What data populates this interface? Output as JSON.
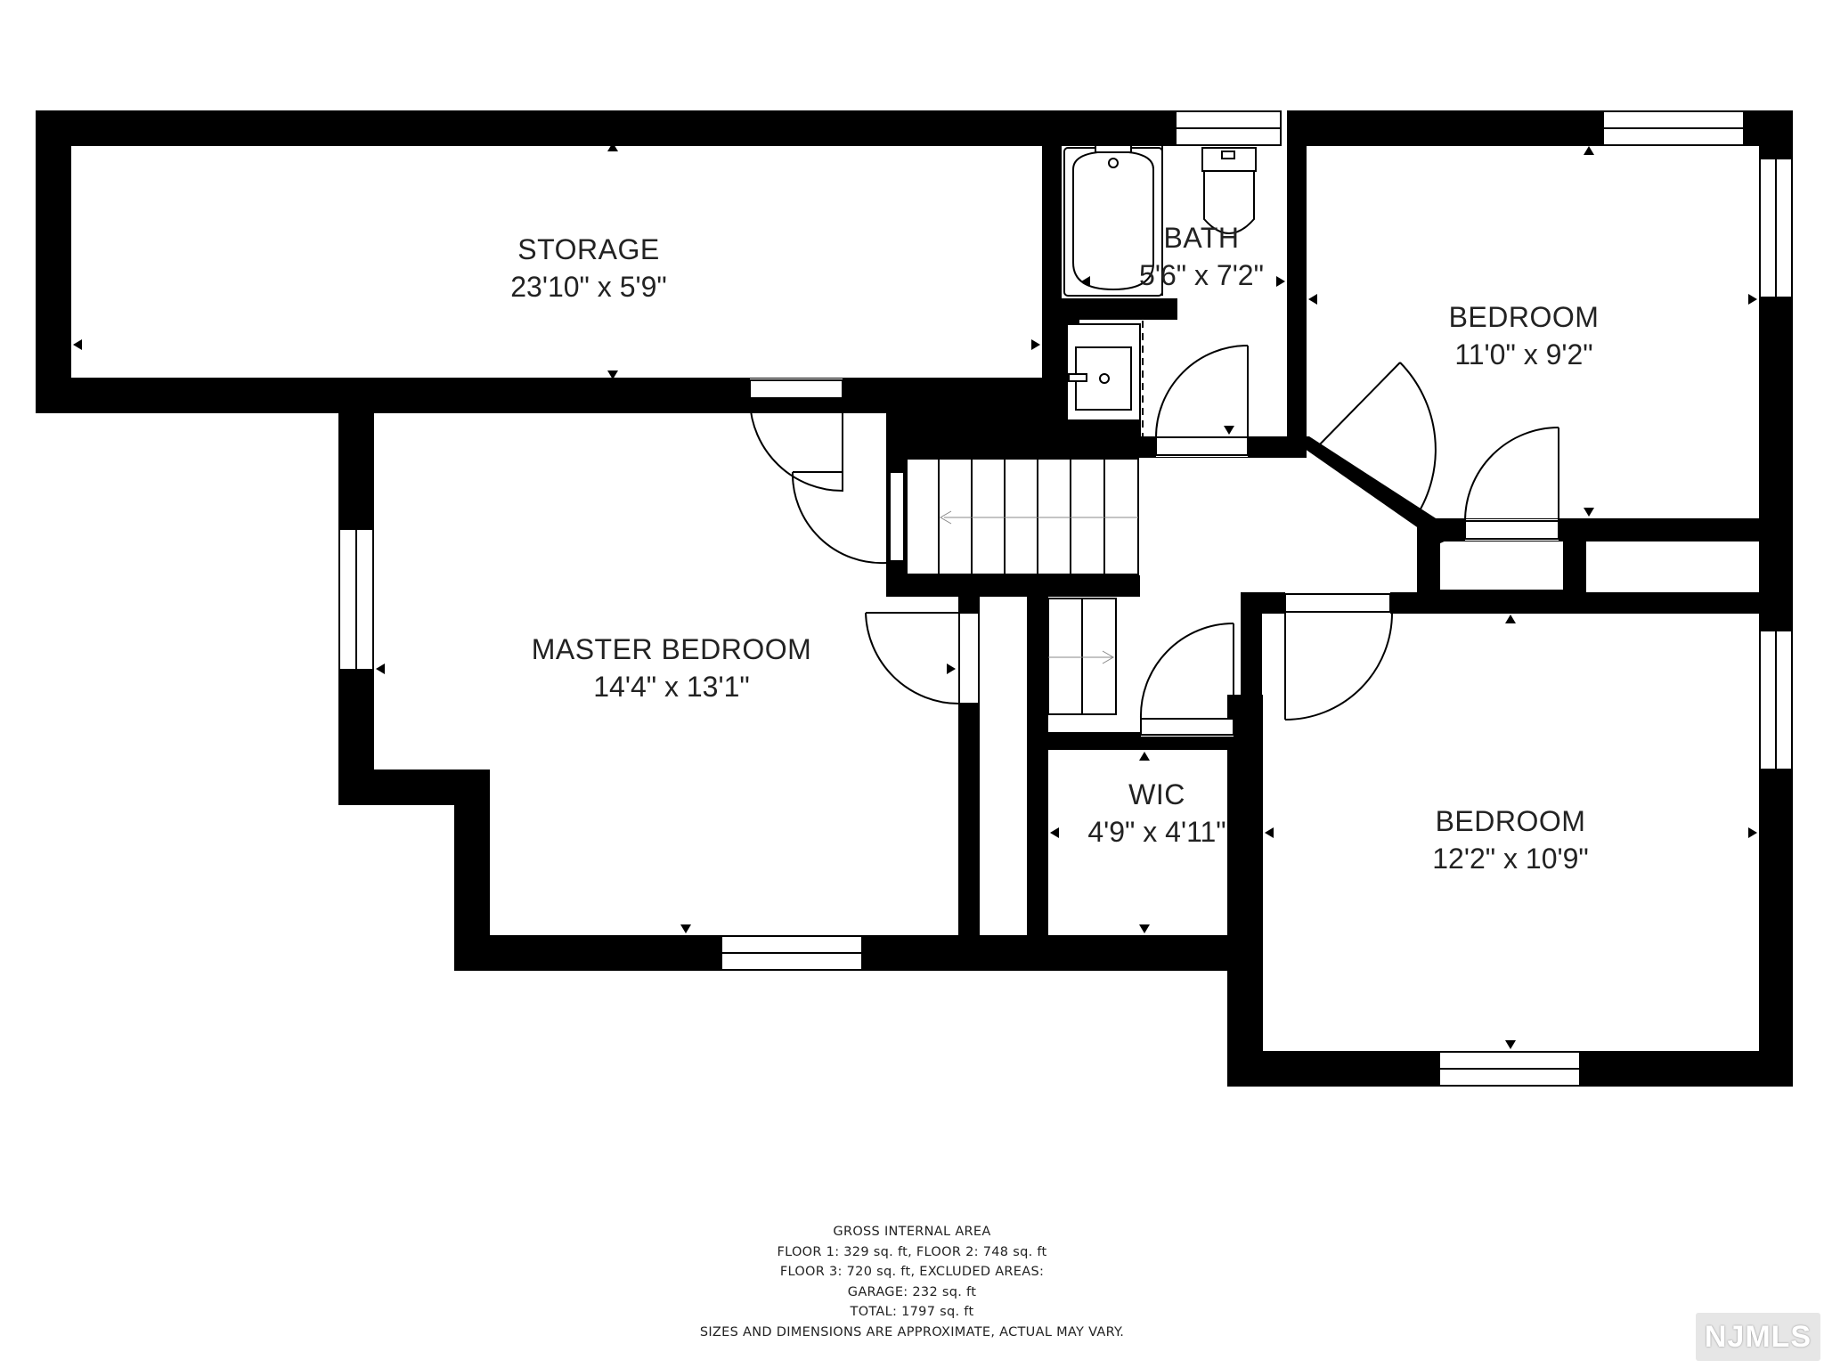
{
  "rooms": {
    "storage": {
      "name": "STORAGE",
      "dims": "23'10\" x 5'9\""
    },
    "bath": {
      "name": "BATH",
      "dims": "5'6\" x 7'2\""
    },
    "bedroom_upper": {
      "name": "BEDROOM",
      "dims": "11'0\" x 9'2\""
    },
    "master_bedroom": {
      "name": "MASTER BEDROOM",
      "dims": "14'4\" x 13'1\""
    },
    "wic": {
      "name": "WIC",
      "dims": "4'9\" x 4'11\""
    },
    "bedroom_lower": {
      "name": "BEDROOM",
      "dims": "12'2\" x 10'9\""
    }
  },
  "footer": {
    "lines": [
      "GROSS INTERNAL AREA",
      "FLOOR 1: 329 sq. ft, FLOOR 2: 748 sq. ft",
      "FLOOR 3: 720 sq. ft, EXCLUDED AREAS:",
      "GARAGE: 232 sq. ft",
      "TOTAL: 1797 sq. ft",
      "SIZES AND DIMENSIONS ARE APPROXIMATE, ACTUAL MAY VARY."
    ]
  },
  "logo": {
    "text": "NJMLS"
  },
  "colors": {
    "wall": "#000000",
    "background": "#ffffff",
    "logo_bg": "#e6e6e6"
  }
}
